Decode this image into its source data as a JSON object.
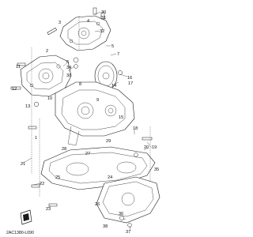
{
  "diagram_code": "2AC1380-L090",
  "callouts": [
    "1",
    "2",
    "3",
    "4",
    "5",
    "6",
    "7",
    "8",
    "9",
    "10",
    "11",
    "12",
    "13",
    "14",
    "15",
    "16",
    "17",
    "18",
    "19",
    "20",
    "21",
    "22",
    "23",
    "24",
    "25",
    "26",
    "27",
    "28",
    "29",
    "30",
    "31",
    "32",
    "33",
    "34",
    "35",
    "36",
    "37",
    "38"
  ],
  "colors": {
    "line": "#1a1a1a",
    "background": "#ffffff",
    "watermark": "#c9d6e3"
  },
  "icons": [
    "front-direction-arrow-icon",
    "watermark-logo"
  ]
}
